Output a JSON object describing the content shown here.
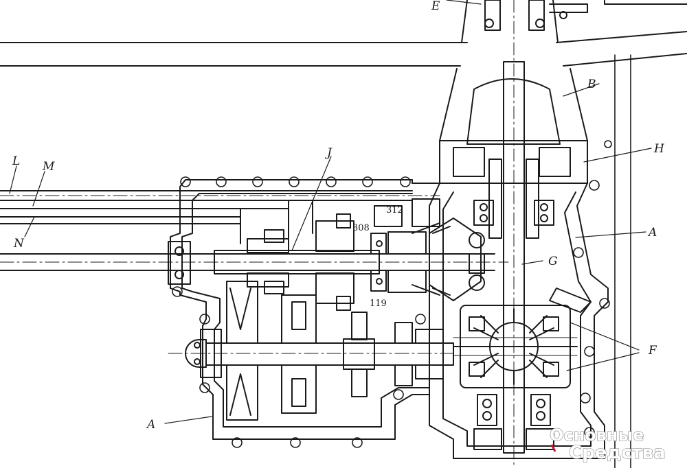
{
  "labels": {
    "E": "E",
    "B": "B",
    "H": "H",
    "A_right": "A",
    "A_left": "A",
    "G": "G",
    "F": "F",
    "J": "J",
    "L": "L",
    "M": "M",
    "N": "N",
    "n308": "308",
    "n312": "312",
    "n119": "119"
  },
  "watermark": {
    "line1": "Основные",
    "line2": "Средства"
  },
  "colors": {
    "ink": "#1a1a1a",
    "paper": "#ffffff",
    "watermark_accent": "#c8102e"
  }
}
